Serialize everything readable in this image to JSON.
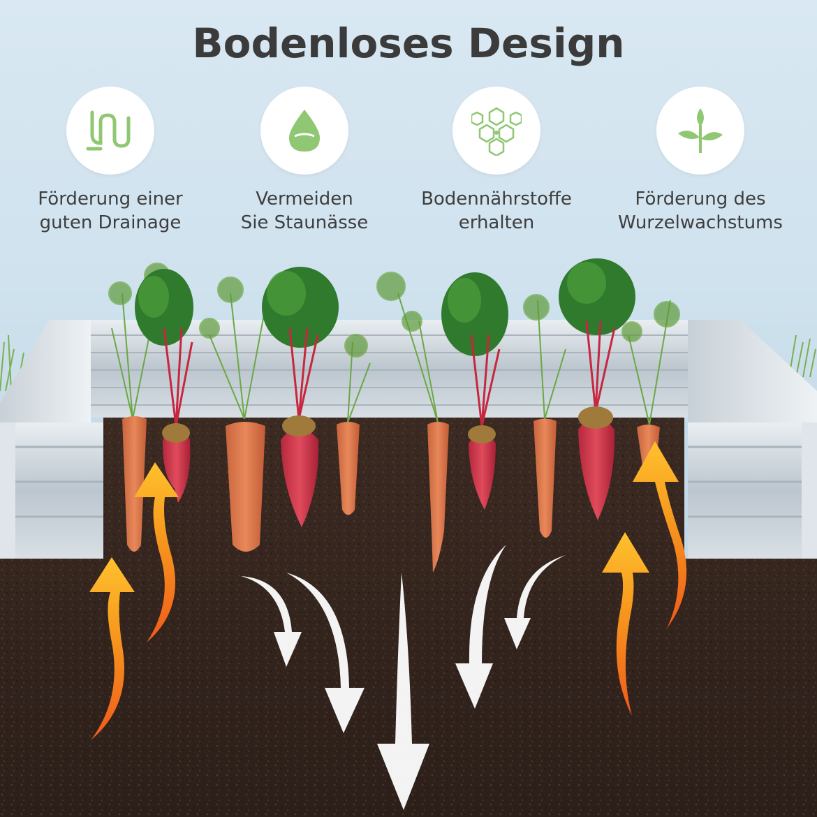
{
  "title": "Bodenloses Design",
  "features": [
    {
      "icon": "drainage-pipe-icon",
      "line1": "Förderung einer",
      "line2": "guten Drainage"
    },
    {
      "icon": "water-drop-icon",
      "line1": "Vermeiden",
      "line2": "Sie Staunässe"
    },
    {
      "icon": "honeycomb-nutrients-icon",
      "line1": "Bodennährstoffe",
      "line2": "erhalten"
    },
    {
      "icon": "sprout-icon",
      "line1": "Förderung des",
      "line2": "Wurzelwachstums"
    }
  ],
  "colors": {
    "accent_green": "#8fc773",
    "soil": "#3a2a22",
    "carrot": "#e07a4e",
    "beet": "#c9384a",
    "up_arrow": "#f39a1f",
    "down_arrow": "#ffffff"
  }
}
